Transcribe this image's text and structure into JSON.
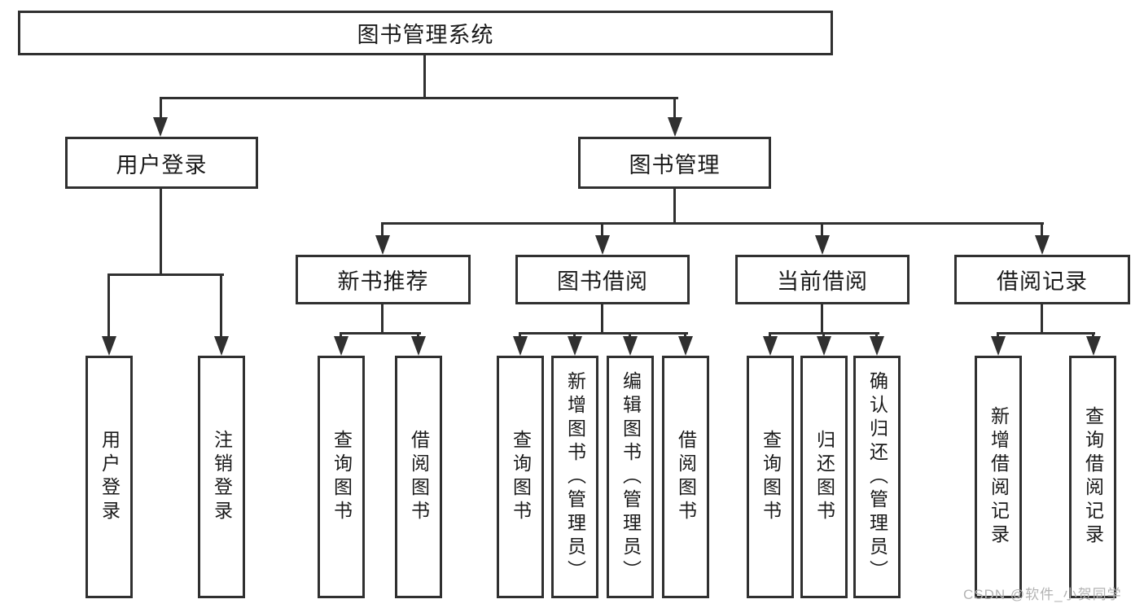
{
  "title": {
    "label": "图书管理系统"
  },
  "level2": [
    {
      "label": "用户登录"
    },
    {
      "label": "图书管理"
    }
  ],
  "level3": [
    {
      "label": "新书推荐"
    },
    {
      "label": "图书借阅"
    },
    {
      "label": "当前借阅"
    },
    {
      "label": "借阅记录"
    }
  ],
  "level4": [
    {
      "label": "用户登录"
    },
    {
      "label": "注销登录"
    },
    {
      "label": "查询图书"
    },
    {
      "label": "借阅图书"
    },
    {
      "label": "查询图书"
    },
    {
      "label": "新增图书（管理员）"
    },
    {
      "label": "编辑图书（管理员）"
    },
    {
      "label": "借阅图书"
    },
    {
      "label": "查询图书"
    },
    {
      "label": "归还图书"
    },
    {
      "label": "确认归还（管理员）"
    },
    {
      "label": "新增借阅记录"
    },
    {
      "label": "查询借阅记录"
    }
  ],
  "watermark": {
    "label": "CSDN @软件_小贺同学"
  },
  "colors": {
    "line": "#303030",
    "text": "#1a1a1a",
    "watermark": "#b3b3b3",
    "background": "#ffffff"
  }
}
